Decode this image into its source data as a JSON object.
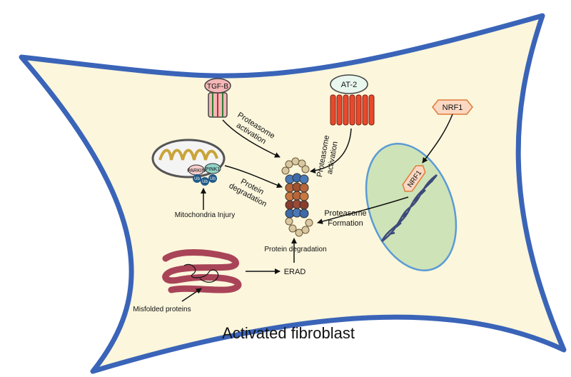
{
  "cell_title": "Activated fibroblast",
  "receptors": {
    "tgf_b": "TGF-B",
    "at_2": "AT-2",
    "nrf1": "NRF1",
    "nrf1_nuclear": "NRF1"
  },
  "mitochondria": {
    "parkin": "PARKIN",
    "pink1": "PINK1",
    "ub": "Ub",
    "injury_label": "Mitochondria Injury"
  },
  "arrows": {
    "tgf_line1": "Proteasome",
    "tgf_line2": "activation",
    "at2_line1": "Proteasome",
    "at2_line2": "activation",
    "mito_line1": "Protein",
    "mito_line2": "degradation",
    "nrf1_line1": "Proteasome",
    "nrf1_line2": "Formation",
    "erad_up": "Protein degradation",
    "erad": "ERAD",
    "misfolded": "Misfolded proteins"
  },
  "colors": {
    "membrane": "#3a64b8",
    "cytoplasm": "#fbf6dc",
    "nucleus_fill": "#cfe3b8",
    "nucleus_stroke": "#5b9bd5",
    "tgf_fill": "#f4b6b6",
    "at2_fill": "#e8492c",
    "nrf1_fill": "#fbd8c2",
    "nrf1_stroke": "#e07b39"
  }
}
